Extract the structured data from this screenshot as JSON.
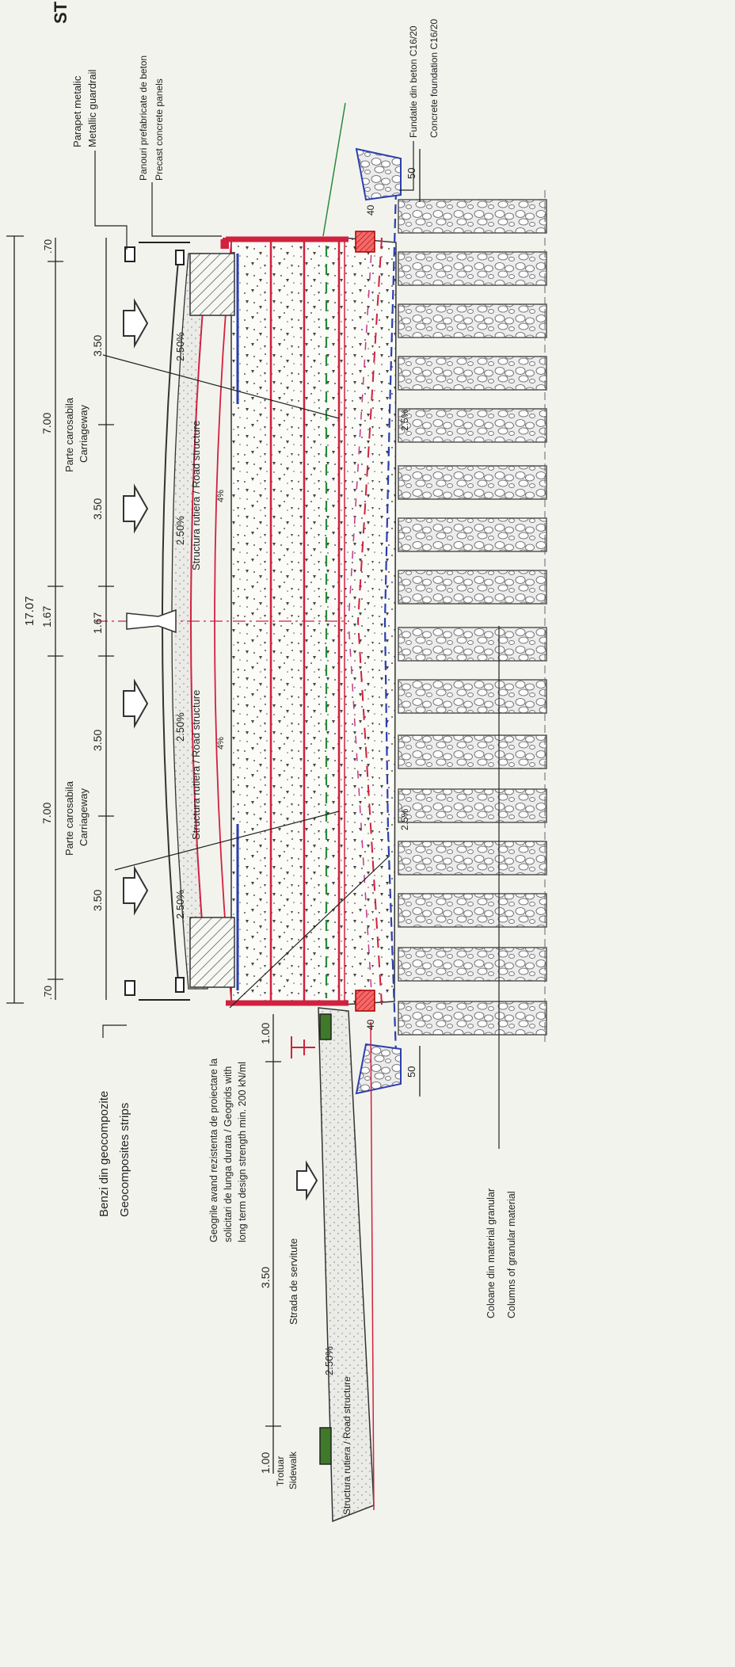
{
  "title_fragment": "ST",
  "callouts": {
    "guardrail_ro": "Parapet metalic",
    "guardrail_en": "Metallic guardrail",
    "panels_ro": "Panouri prefabricate de beton",
    "panels_en": "Precast concrete panels",
    "foundation_ro": "Fundatie din beton C16/20",
    "foundation_en": "Concrete foundation C16/20",
    "geocomposite_ro": "Benzi din geocompozite",
    "geocomposite_en": "Geocomposites strips",
    "geogrid_line1": "Geogrile avand rezistenta de proiectare la",
    "geogrid_line2": "solicitari de lunga durata / Geogrids with",
    "geogrid_line3": "long term design strength min. 200 kN/ml",
    "columns_ro": "Coloane din material granular",
    "columns_en": "Columns of granular material"
  },
  "dimensions": {
    "total": "17.07",
    "edge_top": ".70",
    "edge_bottom": ".70",
    "carriageway_top": "7.00",
    "carriageway_bottom": "7.00",
    "median": "1.67",
    "lane_1": "3.50",
    "lane_2": "3.50",
    "lane_3": "3.50",
    "lane_4": "3.50",
    "median_inner": "1.67",
    "service_ledge": "1.00",
    "service_road": "3.50",
    "sidewalk": "1.00",
    "footing_top": "50",
    "footing_bottom": "50",
    "offset_top": "40",
    "offset_bottom": "40"
  },
  "carriageway_ro": "Parte carosabila",
  "carriageway_en": "Carriageway",
  "service_road_label": "Strada de servitute",
  "sidewalk_ro": "Trotuar",
  "sidewalk_en": "Sidewalk",
  "road_structure": "Structura rutiera / Road structure",
  "slopes": {
    "cross_slope": "2.50%",
    "layer_slope": "4%",
    "base_slope": "2.5%"
  }
}
